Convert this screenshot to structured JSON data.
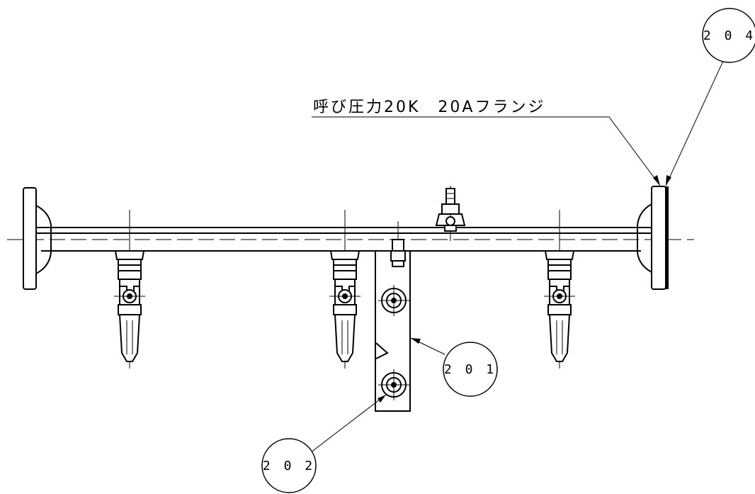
{
  "drawing": {
    "note": "呼び圧力20K　20Aフランジ",
    "callouts": {
      "c201": "2 0 1",
      "c202": "2 0 2",
      "c204": "2 0 4"
    }
  }
}
